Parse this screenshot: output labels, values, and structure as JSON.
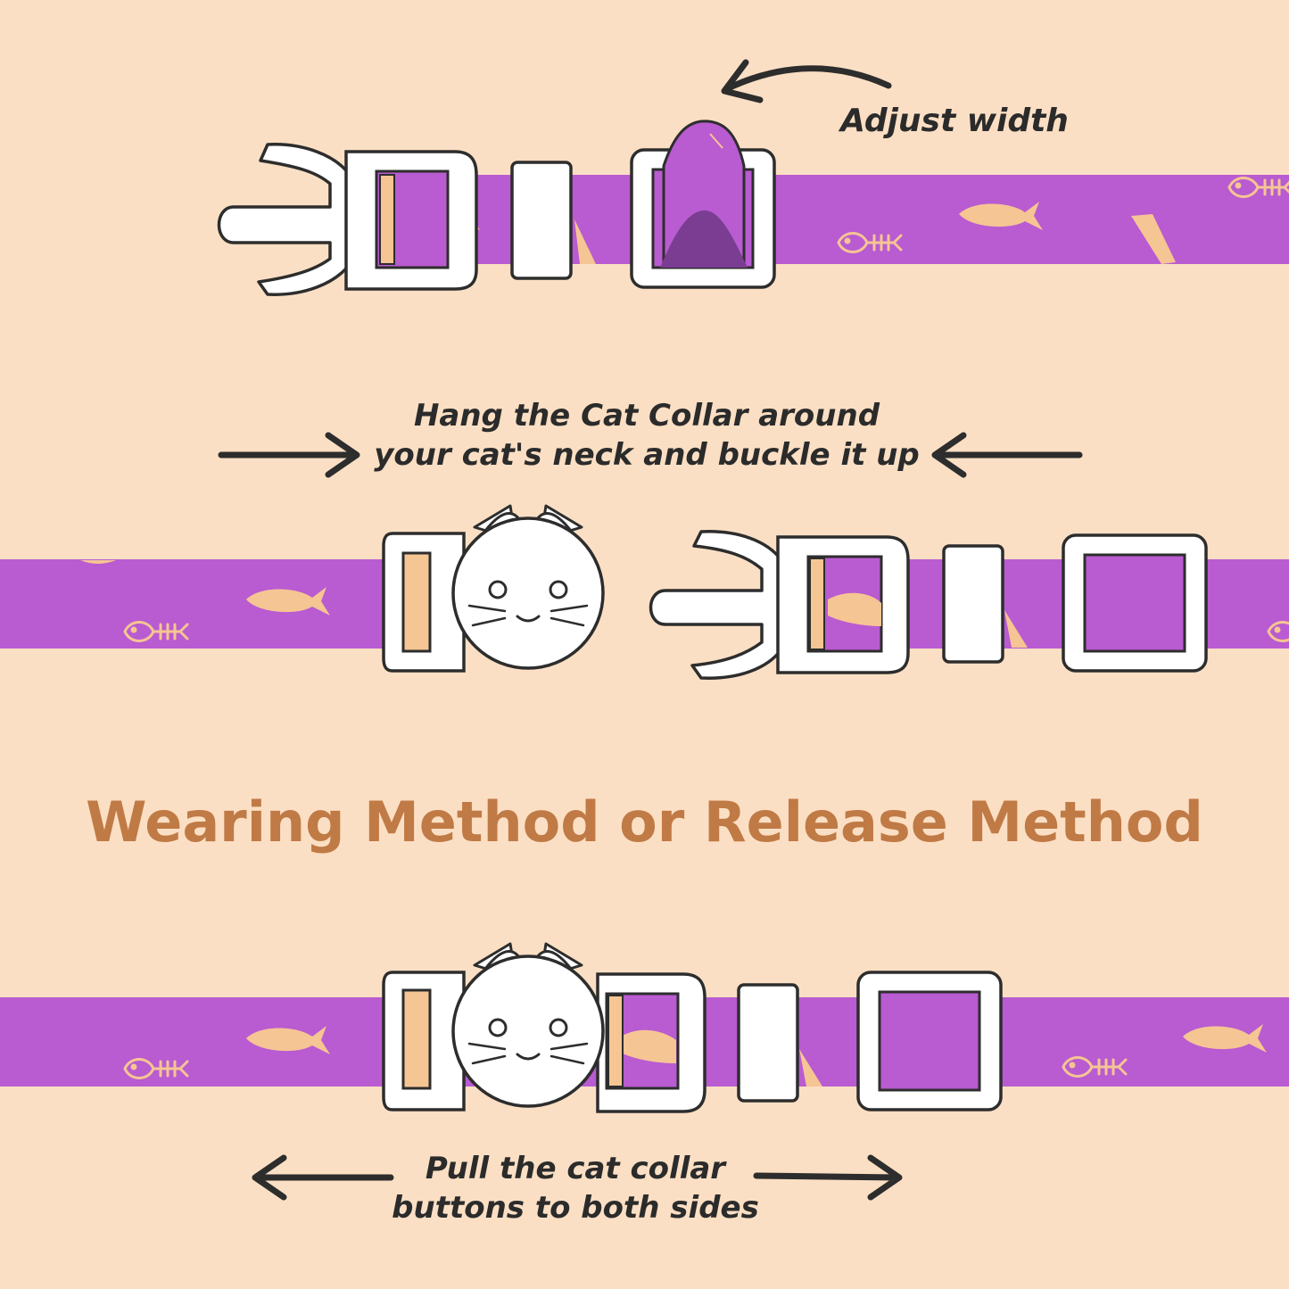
{
  "colors": {
    "background": "#fbdfc4",
    "strap": "#b95bd1",
    "pattern": "#f5c594",
    "buckle": "#ffffff",
    "outline": "#2d2d2d",
    "title": "#c07a45",
    "text": "#2b2b2b"
  },
  "captions": {
    "adjust_width": "Adjust width",
    "hang_line1": "Hang the Cat Collar around",
    "hang_line2": "your cat's neck and buckle it up",
    "pull_line1": "Pull the cat collar",
    "pull_line2": "buttons to both sides"
  },
  "title": "Wearing Method or Release Method",
  "icons": [
    "fish-icon",
    "fish-bone-icon",
    "cat-face-buckle-icon",
    "arrow-left-icon",
    "arrow-right-icon"
  ]
}
